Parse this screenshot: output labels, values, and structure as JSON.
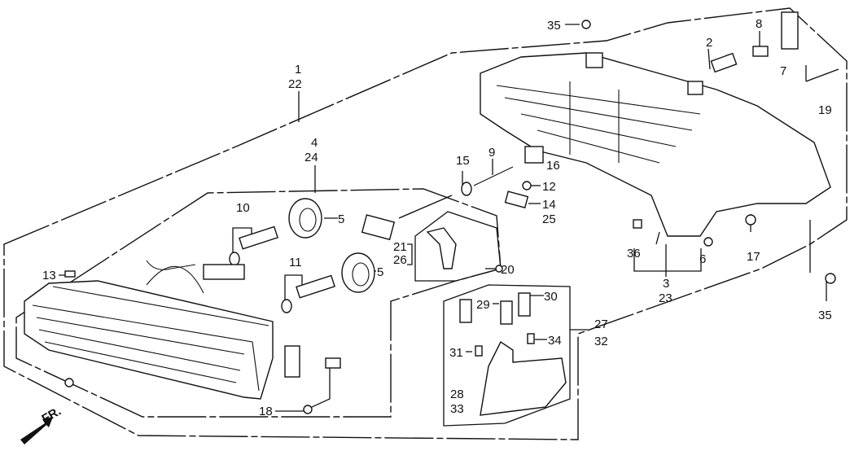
{
  "diagram": {
    "title": "Headlight assembly exploded parts diagram",
    "direction_label": "FR.",
    "callouts": {
      "c1": "1",
      "c22": "22",
      "c4": "4",
      "c24": "24",
      "c10": "10",
      "c11": "11",
      "c5a": "5",
      "c5b": "5",
      "c13": "13",
      "c18": "18",
      "c21": "21",
      "c26": "26",
      "c20": "20",
      "c15": "15",
      "c9": "9",
      "c16": "16",
      "c12": "12",
      "c14": "14",
      "c25": "25",
      "c35a": "35",
      "c35b": "35",
      "c2": "2",
      "c8": "8",
      "c7": "7",
      "c19": "19",
      "c36": "36",
      "c6": "6",
      "c3": "3",
      "c23": "23",
      "c17": "17",
      "c29": "29",
      "c30": "30",
      "c27": "27",
      "c32": "32",
      "c31": "31",
      "c34": "34",
      "c28": "28",
      "c33": "33"
    }
  }
}
